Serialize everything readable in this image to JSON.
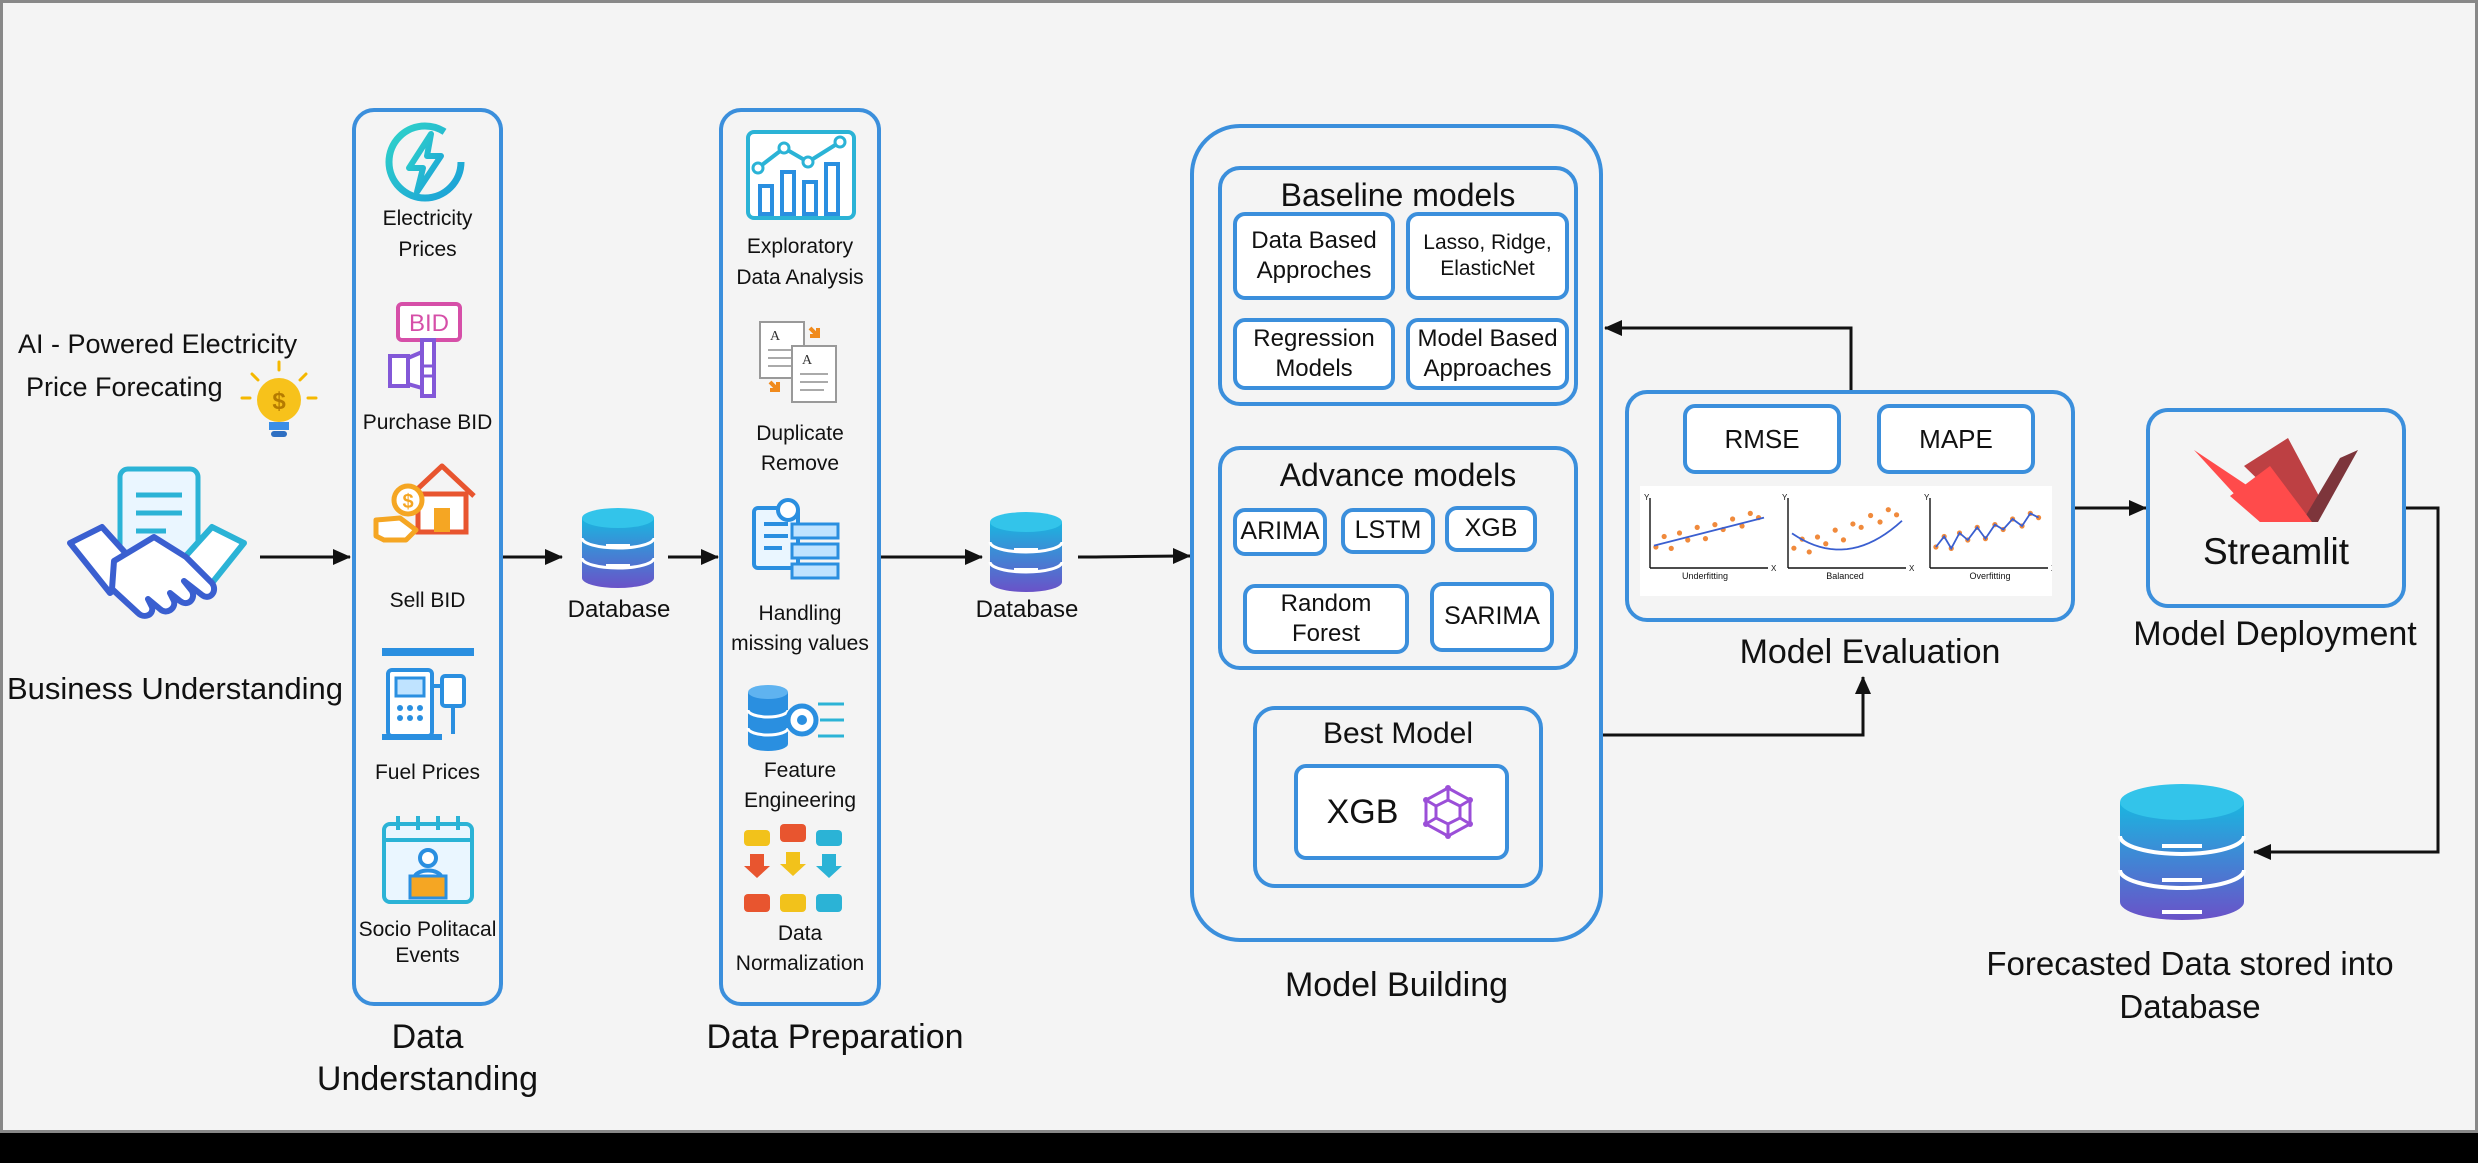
{
  "business": {
    "title_line1": "AI - Powered Electricity",
    "title_line2": "Price Forecating",
    "label": "Business Understanding"
  },
  "data_understanding": {
    "label_line1": "Data",
    "label_line2": "Understanding",
    "items": [
      {
        "line1": "Electricity",
        "line2": "Prices",
        "icon": "lightning-icon"
      },
      {
        "line1": "Purchase BID",
        "line2": "",
        "icon": "bid-sign-icon"
      },
      {
        "line1": "Sell BID",
        "line2": "",
        "icon": "house-sale-icon"
      },
      {
        "line1": "Fuel Prices",
        "line2": "",
        "icon": "fuel-pump-icon"
      },
      {
        "line1": "Socio Politacal",
        "line2": "Events",
        "icon": "podium-calendar-icon"
      }
    ]
  },
  "database_1": {
    "label": "Database"
  },
  "data_preparation": {
    "label": "Data Preparation",
    "items": [
      {
        "line1": "Exploratory",
        "line2": "Data Analysis",
        "icon": "chart-icon"
      },
      {
        "line1": "Duplicate",
        "line2": "Remove",
        "icon": "documents-icon"
      },
      {
        "line1": "Handling",
        "line2": "missing values",
        "icon": "checklist-gear-icon"
      },
      {
        "line1": "Feature",
        "line2": "Engineering",
        "icon": "database-gear-icon"
      },
      {
        "line1": "Data",
        "line2": "Normalization",
        "icon": "normalization-icon"
      }
    ]
  },
  "database_2": {
    "label": "Database"
  },
  "model_building": {
    "label": "Model Building",
    "baseline": {
      "title": "Baseline models",
      "items": [
        {
          "line1": "Data Based",
          "line2": "Approches"
        },
        {
          "line1": "Lasso, Ridge,",
          "line2": "ElasticNet"
        },
        {
          "line1": "Regression",
          "line2": "Models"
        },
        {
          "line1": "Model Based",
          "line2": "Approaches"
        }
      ]
    },
    "advance": {
      "title": "Advance models",
      "items": [
        {
          "line1": "ARIMA",
          "line2": ""
        },
        {
          "line1": "LSTM",
          "line2": ""
        },
        {
          "line1": "XGB",
          "line2": ""
        },
        {
          "line1": "Random",
          "line2": "Forest"
        },
        {
          "line1": "SARIMA",
          "line2": ""
        }
      ]
    },
    "best": {
      "title": "Best Model",
      "model": "XGB"
    }
  },
  "model_evaluation": {
    "label": "Model Evaluation",
    "metrics": [
      "RMSE",
      "MAPE"
    ],
    "plots": [
      {
        "caption": "Underfitting",
        "axis_x": "X",
        "axis_y": "Y"
      },
      {
        "caption": "Balanced",
        "axis_x": "X",
        "axis_y": "Y"
      },
      {
        "caption": "Overfitting",
        "axis_x": "X",
        "axis_y": "Y"
      }
    ]
  },
  "deployment": {
    "label": "Model Deployment",
    "tool": "Streamlit"
  },
  "forecast_db": {
    "line1": "Forecasted Data stored into",
    "line2": "Database"
  },
  "colors": {
    "accent": "#3b8fdc",
    "background": "#f4f4f4",
    "arrow": "#111111"
  }
}
